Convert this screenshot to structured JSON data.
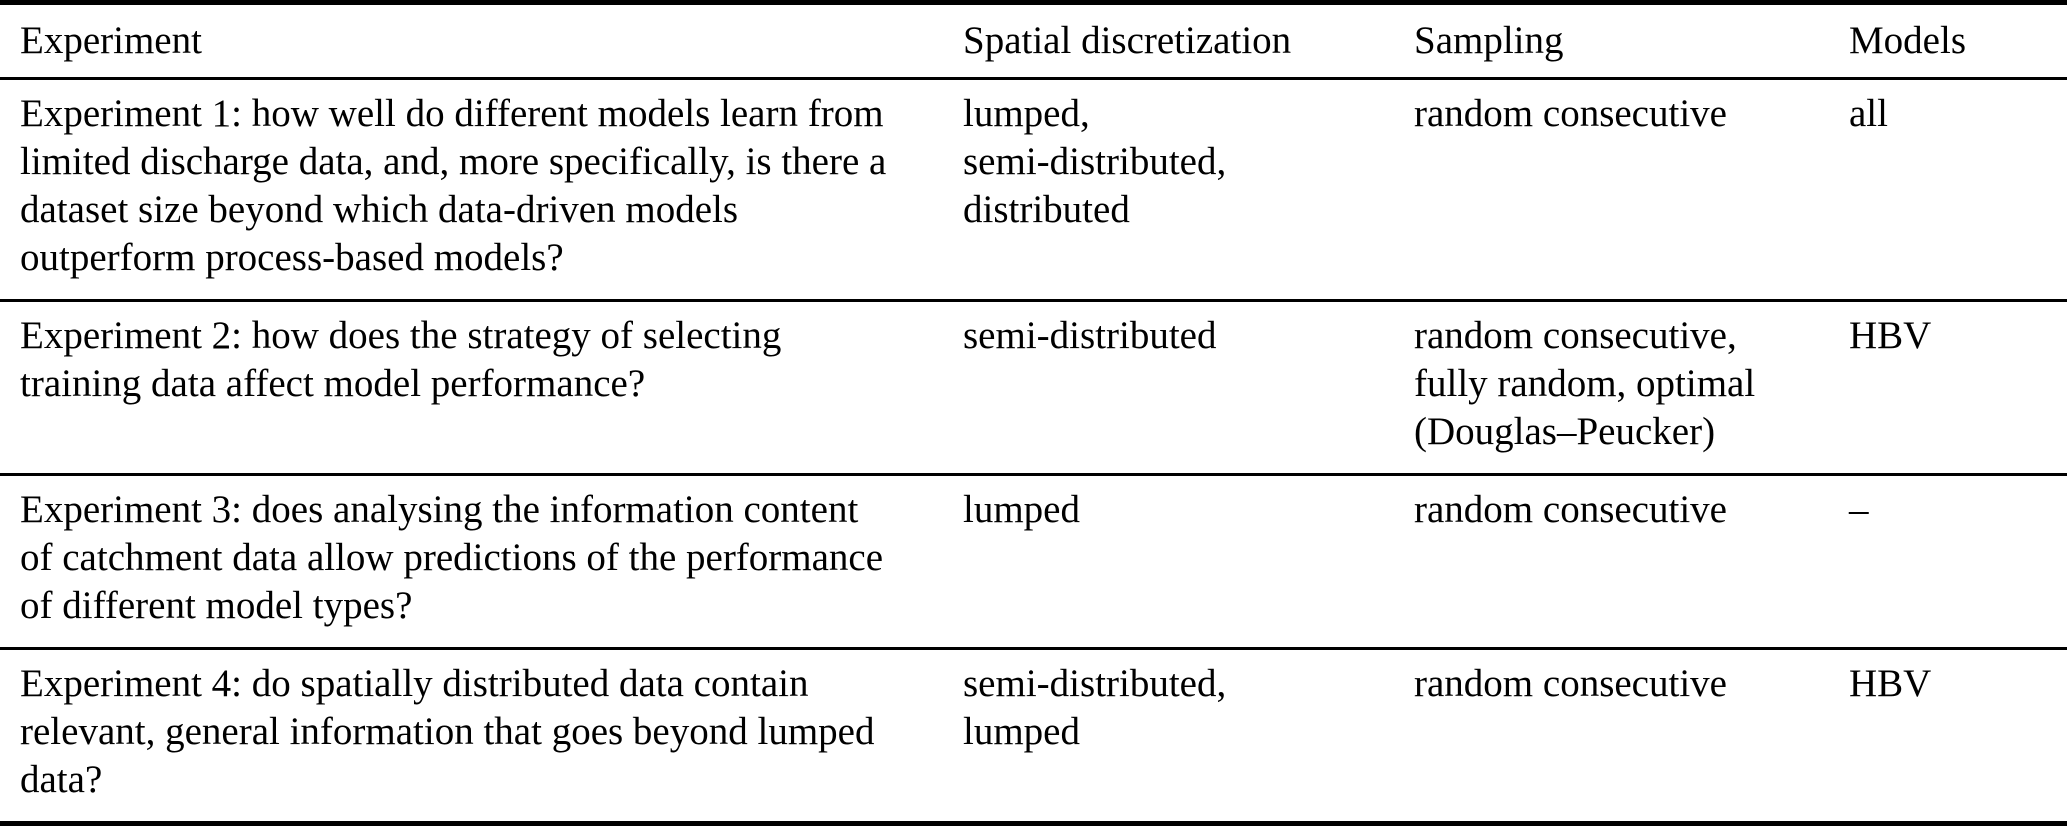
{
  "table": {
    "columns": [
      {
        "label": "Experiment"
      },
      {
        "label": "Spatial discretization"
      },
      {
        "label": "Sampling"
      },
      {
        "label": "Models"
      }
    ],
    "rows": [
      {
        "experiment": "Experiment 1: how well do different models learn from\nlimited discharge data, and, more specifically, is there a\ndataset size beyond which data-driven models\noutperform process-based models?",
        "spatial_discretization": "lumped,\nsemi-distributed,\ndistributed",
        "sampling": "random consecutive",
        "models": "all"
      },
      {
        "experiment": "Experiment 2: how does the strategy of selecting\ntraining data affect model performance?",
        "spatial_discretization": "semi-distributed",
        "sampling": "random consecutive,\nfully random, optimal\n(Douglas–Peucker)",
        "models": "HBV"
      },
      {
        "experiment": "Experiment 3: does analysing the information content\nof catchment data allow predictions of the performance\nof different model types?",
        "spatial_discretization": "lumped",
        "sampling": "random consecutive",
        "models": "–"
      },
      {
        "experiment": "Experiment 4: do spatially distributed data contain\nrelevant, general information that goes beyond lumped\ndata?",
        "spatial_discretization": "semi-distributed,\nlumped",
        "sampling": "random consecutive",
        "models": "HBV"
      }
    ]
  }
}
